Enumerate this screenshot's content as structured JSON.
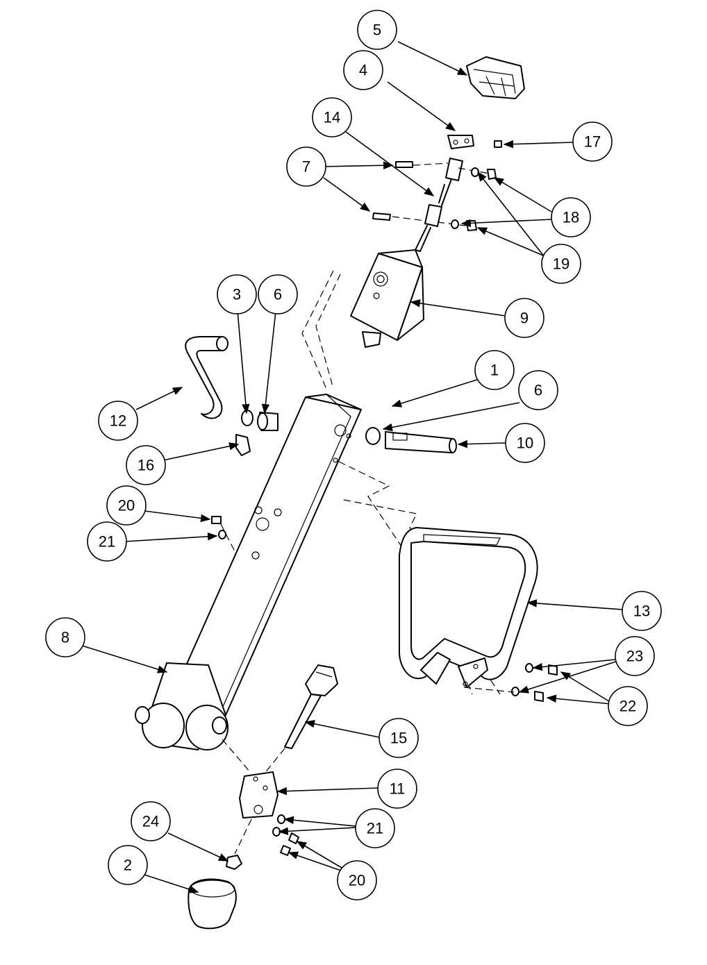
{
  "callouts": [
    {
      "id": "callout-5",
      "label": "5"
    },
    {
      "id": "callout-4",
      "label": "4"
    },
    {
      "id": "callout-14",
      "label": "14"
    },
    {
      "id": "callout-7",
      "label": "7"
    },
    {
      "id": "callout-17",
      "label": "17"
    },
    {
      "id": "callout-18",
      "label": "18"
    },
    {
      "id": "callout-19",
      "label": "19"
    },
    {
      "id": "callout-9",
      "label": "9"
    },
    {
      "id": "callout-3",
      "label": "3"
    },
    {
      "id": "callout-6a",
      "label": "6"
    },
    {
      "id": "callout-1",
      "label": "1"
    },
    {
      "id": "callout-6b",
      "label": "6"
    },
    {
      "id": "callout-12",
      "label": "12"
    },
    {
      "id": "callout-10",
      "label": "10"
    },
    {
      "id": "callout-16",
      "label": "16"
    },
    {
      "id": "callout-20a",
      "label": "20"
    },
    {
      "id": "callout-21a",
      "label": "21"
    },
    {
      "id": "callout-13",
      "label": "13"
    },
    {
      "id": "callout-8",
      "label": "8"
    },
    {
      "id": "callout-23",
      "label": "23"
    },
    {
      "id": "callout-22",
      "label": "22"
    },
    {
      "id": "callout-15",
      "label": "15"
    },
    {
      "id": "callout-11",
      "label": "11"
    },
    {
      "id": "callout-24",
      "label": "24"
    },
    {
      "id": "callout-21b",
      "label": "21"
    },
    {
      "id": "callout-2",
      "label": "2"
    },
    {
      "id": "callout-20b",
      "label": "20"
    }
  ]
}
